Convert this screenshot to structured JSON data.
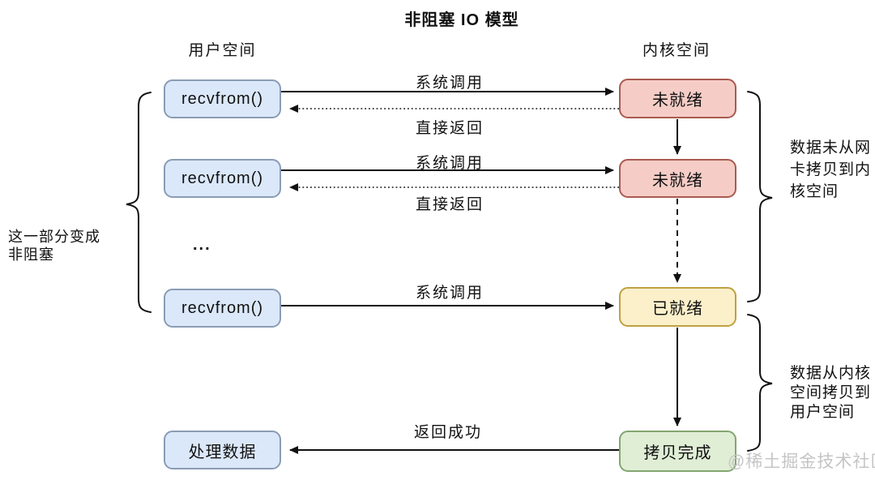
{
  "title": "非阻塞 IO 模型",
  "columns": {
    "user": "用户空间",
    "kernel": "内核空间"
  },
  "user_nodes": [
    {
      "label": "recvfrom()"
    },
    {
      "label": "recvfrom()"
    },
    {
      "label": "recvfrom()"
    },
    {
      "label": "处理数据"
    }
  ],
  "kernel_nodes": [
    {
      "label": "未就绪",
      "status": "not-ready"
    },
    {
      "label": "未就绪",
      "status": "not-ready"
    },
    {
      "label": "已就绪",
      "status": "ready"
    },
    {
      "label": "拷贝完成",
      "status": "copy-done"
    }
  ],
  "edge_labels": {
    "syscall_1": "系统调用",
    "return_1": "直接返回",
    "syscall_2": "系统调用",
    "return_2": "直接返回",
    "syscall_3": "系统调用",
    "return_success": "返回成功"
  },
  "ellipsis": "...",
  "annotations": {
    "left": {
      "lines": [
        "这一部分变成",
        "非阻塞"
      ]
    },
    "right_top": {
      "lines": [
        "数据未从网",
        "卡拷贝到内",
        "核空间"
      ]
    },
    "right_bottom": {
      "lines": [
        "数据从内核",
        "空间拷贝到",
        "用户空间"
      ]
    }
  },
  "watermark": "@稀土掘金技术社区",
  "colors": {
    "recvfrom_fill": "#dbe8fa",
    "recvfrom_border": "#8a9cb5",
    "not_ready_fill": "#f5cdc6",
    "not_ready_border": "#aa5a50",
    "ready_fill": "#fbf0ca",
    "ready_border": "#bfa042",
    "copy_done_fill": "#dfeed5",
    "copy_done_border": "#84a671",
    "arrow": "#111111",
    "watermark": "#c5c5c5"
  }
}
